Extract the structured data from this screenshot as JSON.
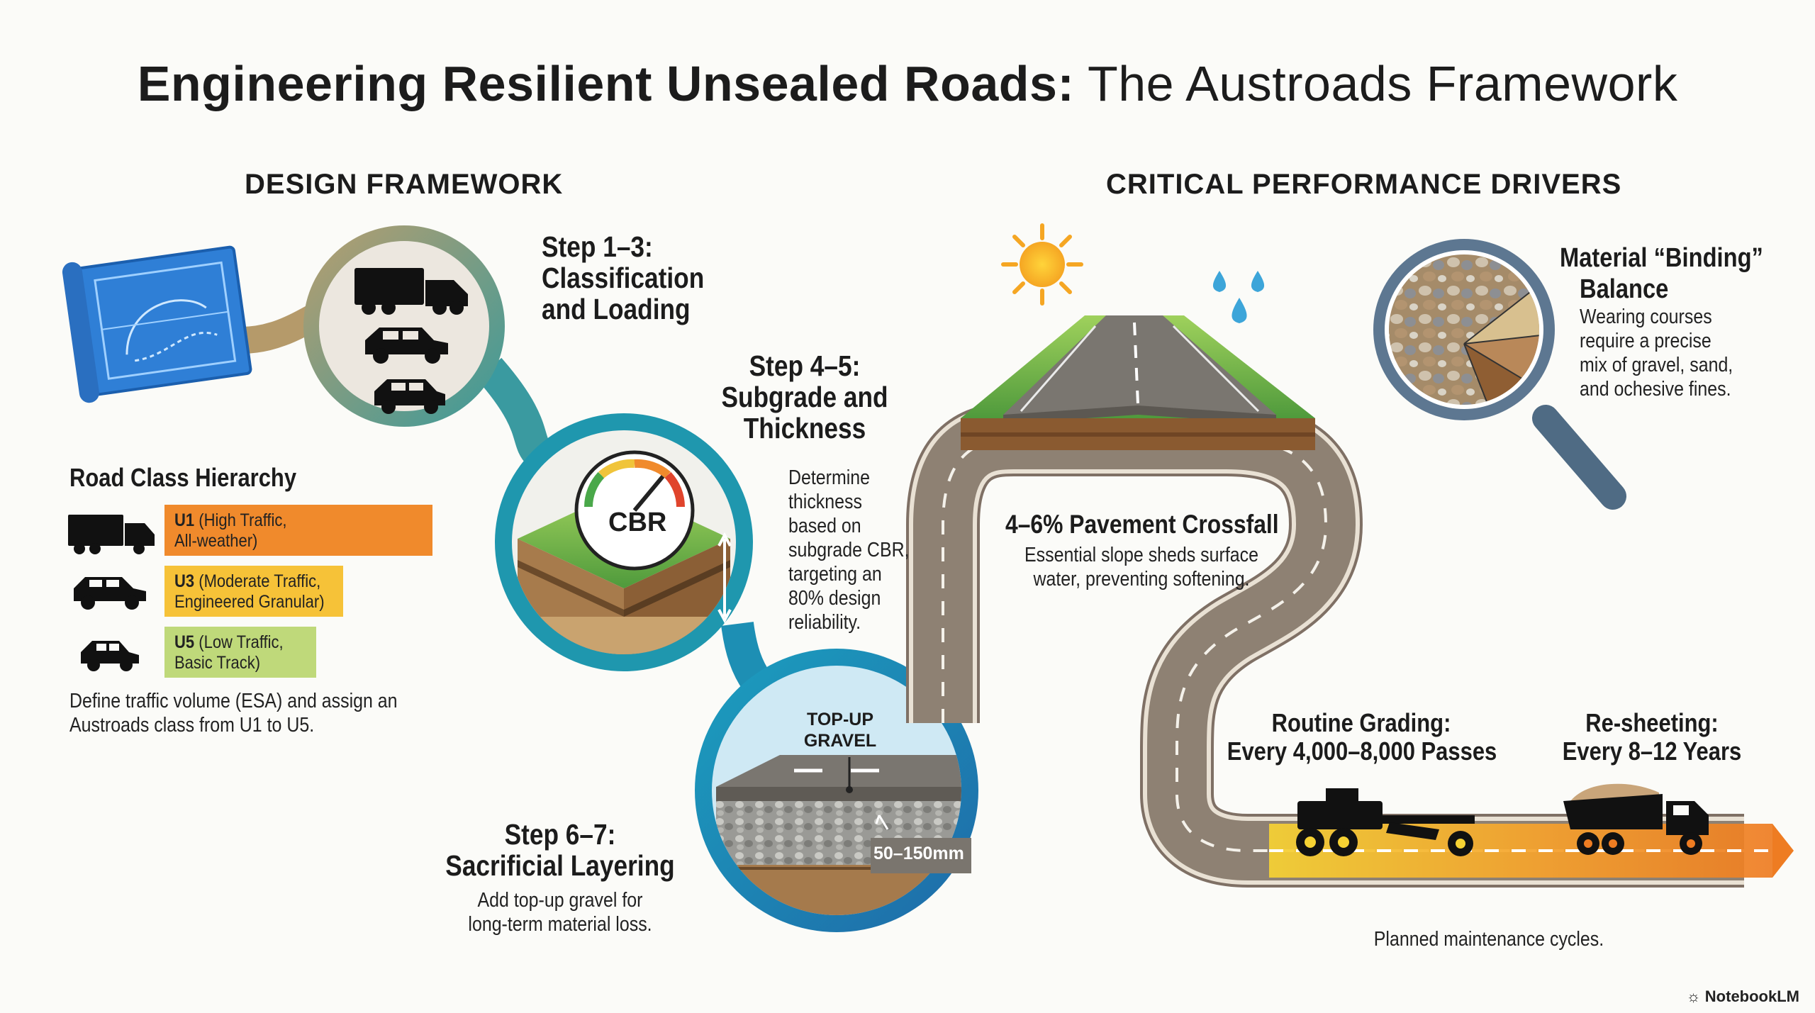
{
  "title": {
    "bold": "Engineering Resilient Unsealed Roads:",
    "light": "The Austroads Framework"
  },
  "design_framework": {
    "heading": "DESIGN FRAMEWORK",
    "step13": {
      "title_lines": [
        "Step 1–3:",
        "Classification",
        "and Loading"
      ]
    },
    "step45": {
      "title_lines": [
        "Step 4–5:",
        "Subgrade and",
        "Thickness"
      ],
      "gauge_label": "CBR",
      "desc_lines": [
        "Determine",
        "thickness",
        "based on",
        "subgrade CBR,",
        "targeting an",
        "80% design",
        "reliability."
      ]
    },
    "step67": {
      "title_lines": [
        "Step 6–7:",
        "Sacrificial Layering"
      ],
      "desc_lines": [
        "Add top-up gravel for",
        "long-term material loss."
      ],
      "layer_label_lines": [
        "TOP-UP",
        "GRAVEL"
      ],
      "thickness_label": "50–150mm"
    },
    "road_class": {
      "heading": "Road Class Hierarchy",
      "items": [
        {
          "code": "U1",
          "line1": "(High Traffic,",
          "line2": "All-weather)",
          "color": "#f08a2c",
          "icon": "truck-icon"
        },
        {
          "code": "U3",
          "line1": "(Moderate Traffic,",
          "line2": "Engineered Granular)",
          "color": "#f6c238",
          "icon": "suv-icon"
        },
        {
          "code": "U5",
          "line1": "(Low Traffic,",
          "line2": "Basic Track)",
          "color": "#bfd97a",
          "icon": "car-icon"
        }
      ],
      "desc_lines": [
        "Define traffic volume (ESA) and assign an",
        "Austroads class from U1 to U5."
      ]
    }
  },
  "performance_drivers": {
    "heading": "CRITICAL PERFORMANCE DRIVERS",
    "binding": {
      "title_lines": [
        "Material “Binding”",
        "Balance"
      ],
      "desc_lines": [
        "Wearing courses",
        "require a precise",
        "mix of gravel, sand,",
        "and ochesive fines."
      ]
    },
    "crossfall": {
      "title": "4–6% Pavement Crossfall",
      "desc_lines": [
        "Essential slope sheds surface",
        "water, preventing softening."
      ]
    },
    "grading": {
      "title_lines": [
        "Routine Grading:",
        "Every 4,000–8,000 Passes"
      ]
    },
    "resheeting": {
      "title_lines": [
        "Re-sheeting:",
        "Every 8–12 Years"
      ]
    },
    "maintenance_caption": "Planned maintenance cycles."
  },
  "brand": "NotebookLM"
}
